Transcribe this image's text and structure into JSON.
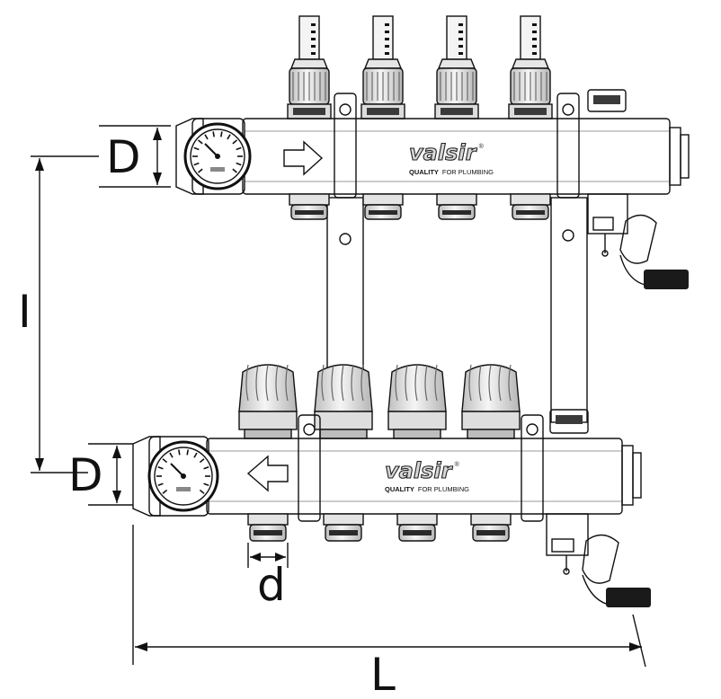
{
  "dimensions": {
    "D_top": "D",
    "D_bottom": "D",
    "I": "I",
    "d": "d",
    "L": "L"
  },
  "brand": {
    "name_top": "valsir",
    "name_bottom": "valsir",
    "trademark": "®",
    "slogan_bold": "QUALITY",
    "slogan_rest": "FOR PLUMBING"
  },
  "flow": {
    "top_arrow_direction": "right",
    "bottom_arrow_direction": "left"
  },
  "colors": {
    "line": "#111111",
    "body": "#f2f2f2",
    "shade": "#c9c9c9",
    "dark": "#1a1a1a",
    "arrow_top": "#6f6f6f",
    "arrow_bottom": "#3a3a3a"
  }
}
